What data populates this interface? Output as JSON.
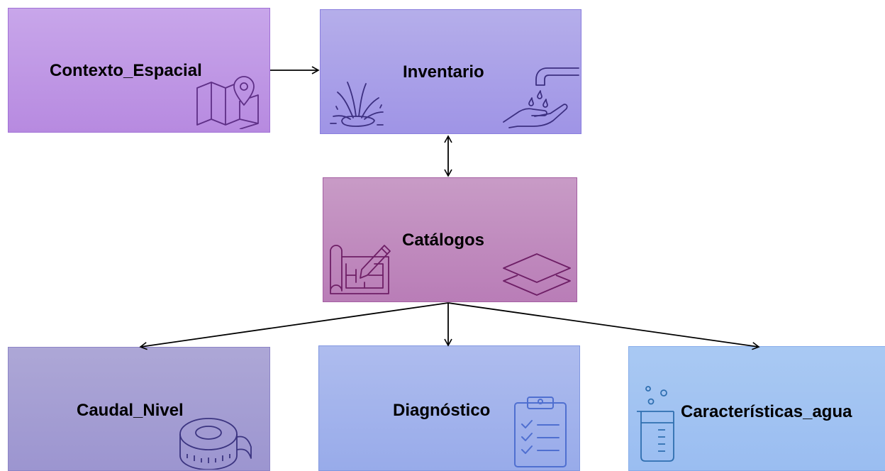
{
  "nodes": {
    "contexto": "Contexto_Espacial",
    "inventario": "Inventario",
    "catalogos": "Catálogos",
    "caudal": "Caudal_Nivel",
    "diagnostico": "Diagnóstico",
    "caracteristicas": "Características_agua"
  },
  "edges": [
    {
      "from": "Contexto_Espacial",
      "to": "Inventario",
      "direction": "forward"
    },
    {
      "from": "Inventario",
      "to": "Catálogos",
      "direction": "both"
    },
    {
      "from": "Catálogos",
      "to": "Caudal_Nivel",
      "direction": "forward"
    },
    {
      "from": "Catálogos",
      "to": "Diagnóstico",
      "direction": "forward"
    },
    {
      "from": "Catálogos",
      "to": "Características_agua",
      "direction": "forward"
    }
  ],
  "icons": {
    "contexto": "map-pin-icon",
    "inventario_left": "water-splash-icon",
    "inventario_right": "faucet-hand-icon",
    "catalogos_left": "blueprint-pencil-icon",
    "catalogos_right": "layers-icon",
    "caudal": "measuring-tape-icon",
    "diagnostico": "clipboard-checklist-icon",
    "caracteristicas": "beaker-icon"
  },
  "colors": {
    "contexto": "#b78ae0",
    "inventario": "#9f94e6",
    "catalogos": "#b97db7",
    "caudal": "#9c95d0",
    "diagnostico": "#98abea",
    "caracteristicas": "#9abdf1"
  }
}
